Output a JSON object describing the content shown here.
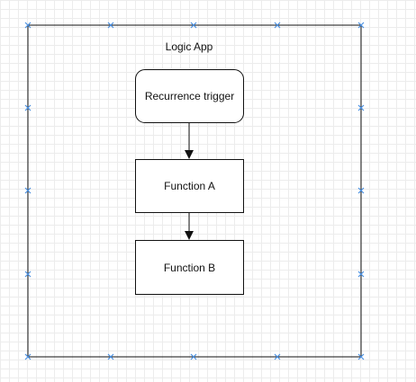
{
  "container": {
    "title": "Logic App"
  },
  "nodes": [
    {
      "id": "recurrence",
      "label": "Recurrence trigger",
      "shape": "rounded-rectangle"
    },
    {
      "id": "function-a",
      "label": "Function A",
      "shape": "rectangle"
    },
    {
      "id": "function-b",
      "label": "Function B",
      "shape": "rectangle"
    }
  ],
  "edges": [
    {
      "from": "recurrence",
      "to": "function-a"
    },
    {
      "from": "function-a",
      "to": "function-b"
    }
  ],
  "colors": {
    "stroke": "#111111",
    "grid": "#ececec",
    "selection_handle": "#4a90e2"
  },
  "state": {
    "container_selected": true
  }
}
